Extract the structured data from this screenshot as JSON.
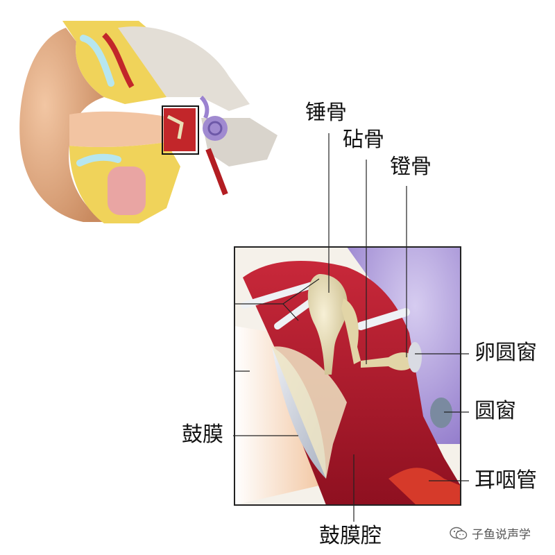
{
  "labels": {
    "malleus": "锤骨",
    "incus": "砧骨",
    "stapes": "镫骨",
    "oval_window": "卵圆窗",
    "round_window": "圆窗",
    "eardrum": "鼓膜",
    "eustachian_tube": "耳咽管",
    "tympanic_cavity": "鼓膜腔"
  },
  "watermark": {
    "text": "子鱼说声学",
    "icon": "wechat-icon"
  },
  "colors": {
    "cavity_red": "#b81c2c",
    "skin": "#e9b48f",
    "fat_yellow": "#f0d35a",
    "bone_grey": "#d9d4cc",
    "cochlea_purple": "#a08ad0",
    "ossicle_cream": "#eadfb6",
    "membrane_blue": "#c9d0dc"
  }
}
